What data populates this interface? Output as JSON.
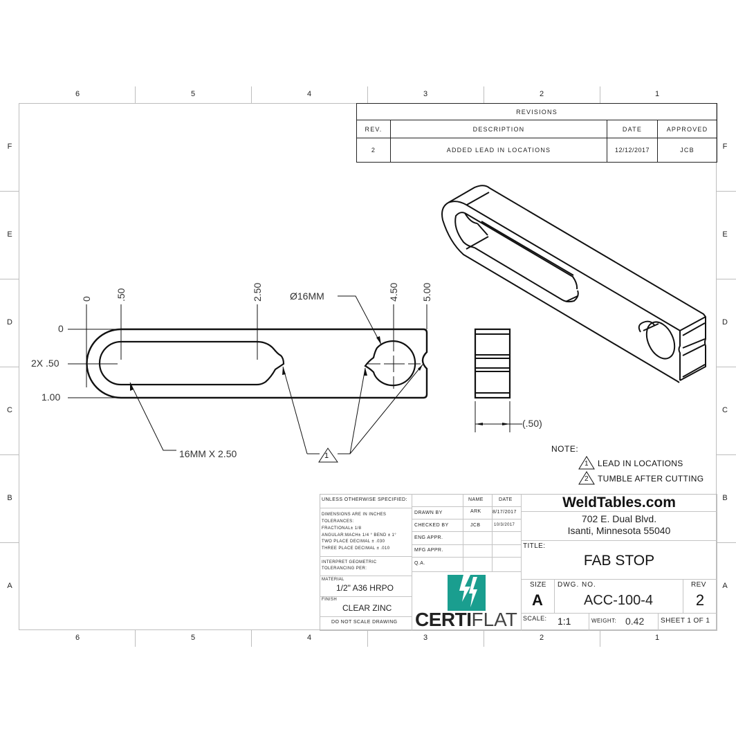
{
  "sheet": {
    "column_zones": [
      "6",
      "5",
      "4",
      "3",
      "2",
      "1"
    ],
    "row_zones": [
      "F",
      "E",
      "D",
      "C",
      "B",
      "A"
    ]
  },
  "revisions": {
    "title": "REVISIONS",
    "headers": [
      "REV.",
      "DESCRIPTION",
      "DATE",
      "APPROVED"
    ],
    "rows": [
      {
        "rev": "2",
        "description": "ADDED LEAD IN LOCATIONS",
        "date": "12/12/2017",
        "approved": "JCB"
      }
    ]
  },
  "front_view": {
    "horizontal_dims": [
      "0",
      "2X .50",
      "1.00"
    ],
    "vertical_dims": [
      "0",
      ".50",
      "2.50",
      "4.50",
      "5.00"
    ],
    "hole_callout": "Ø16MM",
    "slot_callout": "16MM X 2.50",
    "lead_in_flag": "1"
  },
  "side_view": {
    "thickness_dim": "(.50)"
  },
  "notes": {
    "heading": "NOTE:",
    "items": [
      {
        "flag": "1",
        "text": "LEAD IN LOCATIONS"
      },
      {
        "flag": "2",
        "text": "TUMBLE AFTER CUTTING"
      }
    ]
  },
  "title_block": {
    "unless_specified": "UNLESS OTHERWISE SPECIFIED:",
    "tolerances": [
      "DIMENSIONS ARE IN INCHES",
      "TOLERANCES:",
      "FRACTIONAL± 1/8",
      "ANGULAR:MACH± 1/4 ° BEND ± 1°",
      "TWO PLACE DECIMAL   ± .030",
      "THREE PLACE DECIMAL  ± .010"
    ],
    "interpret": [
      "INTERPRET GEOMETRIC",
      "TOLERANCING PER:"
    ],
    "material_label": "MATERIAL",
    "material": "1/2\" A36 HRPO",
    "finish_label": "FINISH",
    "finish": "CLEAR ZINC",
    "do_not_scale": "DO NOT SCALE DRAWING",
    "name_header": "NAME",
    "date_header": "DATE",
    "approvals": [
      {
        "role": "DRAWN BY",
        "name": "ARK",
        "date": "8/17/2017"
      },
      {
        "role": "CHECKED BY",
        "name": "JCB",
        "date": "10/3/2017"
      },
      {
        "role": "ENG APPR.",
        "name": "",
        "date": ""
      },
      {
        "role": "MFG APPR.",
        "name": "",
        "date": ""
      },
      {
        "role": "Q.A.",
        "name": "",
        "date": ""
      }
    ],
    "logo": {
      "bold": "CERTI",
      "light": "FLAT",
      "color": "#1a9e8f"
    },
    "company": "WeldTables.com",
    "address1": "702 E. Dual Blvd.",
    "address2": "Isanti, Minnesota 55040",
    "title_label": "TITLE:",
    "title": "FAB STOP",
    "size_label": "SIZE",
    "size": "A",
    "dwg_no_label": "DWG.  NO.",
    "dwg_no": "ACC-100-4",
    "rev_label": "REV",
    "rev": "2",
    "scale_label": "SCALE:",
    "scale": "1:1",
    "weight_label": "WEIGHT:",
    "weight": "0.42",
    "sheet": "SHEET 1 OF 1"
  }
}
